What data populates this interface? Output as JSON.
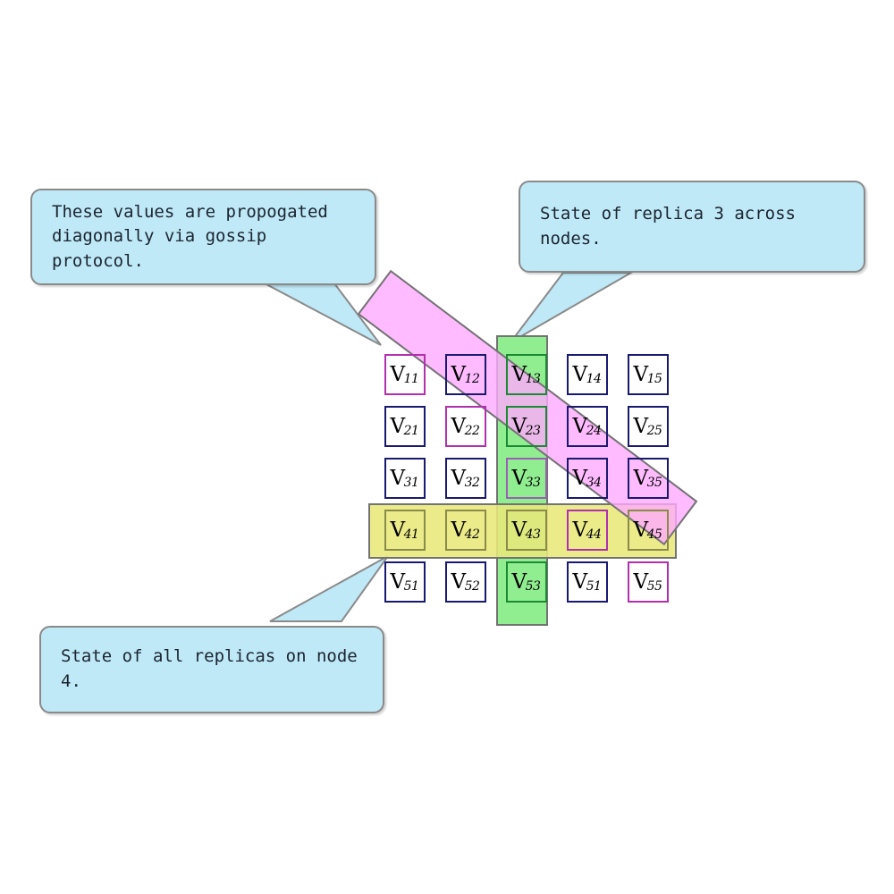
{
  "diagram": {
    "title": "Replica state grid with gossip propagation",
    "colors": {
      "cell_border": "#191970",
      "replica_column_fill": "#90ee90",
      "node_row_fill": "#e8e87a",
      "diagonal_fill": "#ffaaff",
      "callout_fill": "#bfe9f7",
      "callout_border": "#8a8a8a",
      "background": "#ffffff"
    },
    "grid": {
      "rows": 5,
      "cols": 5,
      "cells": [
        [
          {
            "label": "V",
            "sub": "11",
            "highlight": "pink"
          },
          {
            "label": "V",
            "sub": "12",
            "highlight": "none"
          },
          {
            "label": "V",
            "sub": "13",
            "highlight": "green"
          },
          {
            "label": "V",
            "sub": "14",
            "highlight": "none"
          },
          {
            "label": "V",
            "sub": "15",
            "highlight": "none"
          }
        ],
        [
          {
            "label": "V",
            "sub": "21",
            "highlight": "none"
          },
          {
            "label": "V",
            "sub": "22",
            "highlight": "pink"
          },
          {
            "label": "V",
            "sub": "23",
            "highlight": "green"
          },
          {
            "label": "V",
            "sub": "24",
            "highlight": "none"
          },
          {
            "label": "V",
            "sub": "25",
            "highlight": "none"
          }
        ],
        [
          {
            "label": "V",
            "sub": "31",
            "highlight": "none"
          },
          {
            "label": "V",
            "sub": "32",
            "highlight": "none"
          },
          {
            "label": "V",
            "sub": "33",
            "highlight": "purple"
          },
          {
            "label": "V",
            "sub": "34",
            "highlight": "none"
          },
          {
            "label": "V",
            "sub": "35",
            "highlight": "none"
          }
        ],
        [
          {
            "label": "V",
            "sub": "41",
            "highlight": "yellow"
          },
          {
            "label": "V",
            "sub": "42",
            "highlight": "yellow"
          },
          {
            "label": "V",
            "sub": "43",
            "highlight": "yellow"
          },
          {
            "label": "V",
            "sub": "44",
            "highlight": "pink"
          },
          {
            "label": "V",
            "sub": "45",
            "highlight": "yellow"
          }
        ],
        [
          {
            "label": "V",
            "sub": "51",
            "highlight": "none"
          },
          {
            "label": "V",
            "sub": "52",
            "highlight": "none"
          },
          {
            "label": "V",
            "sub": "53",
            "highlight": "green"
          },
          {
            "label": "V",
            "sub": "51",
            "highlight": "none"
          },
          {
            "label": "V",
            "sub": "55",
            "highlight": "pink"
          }
        ]
      ]
    },
    "bands": [
      {
        "name": "replica-3-column",
        "kind": "column",
        "index": 3,
        "fill": "#90ee90"
      },
      {
        "name": "node-4-row",
        "kind": "row",
        "index": 4,
        "fill": "#e8e87a"
      },
      {
        "name": "gossip-diagonal",
        "kind": "diagonal",
        "fill": "#ffaaff"
      }
    ],
    "callouts": [
      {
        "id": "gossip",
        "line1": "These values are propogated",
        "line2": "diagonally via gossip protocol.",
        "points_to": "gossip-diagonal"
      },
      {
        "id": "replica3",
        "line1": "State of replica 3 across nodes.",
        "line2": "",
        "points_to": "replica-3-column"
      },
      {
        "id": "node4",
        "line1": "State of all replicas on node 4.",
        "line2": "",
        "points_to": "node-4-row"
      }
    ]
  }
}
